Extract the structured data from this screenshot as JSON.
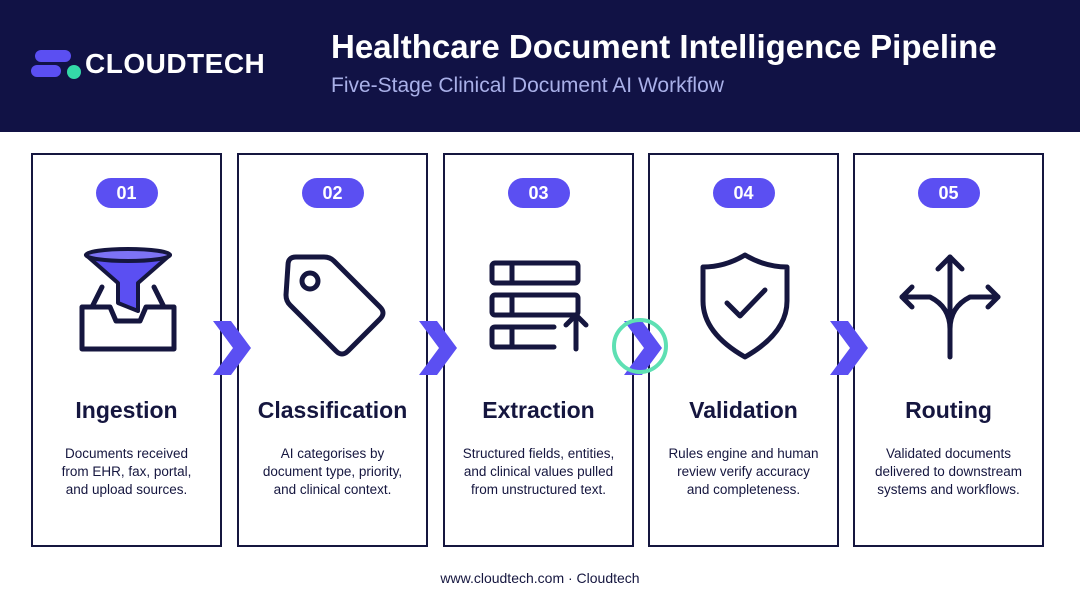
{
  "brand": {
    "name": "CLOUDTECH"
  },
  "header": {
    "title": "Healthcare Document Intelligence Pipeline",
    "subtitle": "Five-Stage Clinical Document AI Workflow"
  },
  "stages": [
    {
      "number": "01",
      "title": "Ingestion",
      "icon": "funnel-inbox-icon",
      "desc": [
        "Documents received",
        "from EHR, fax, portal,",
        "and upload sources."
      ]
    },
    {
      "number": "02",
      "title": "Classification",
      "icon": "tag-icon",
      "desc": [
        "AI categorises by",
        "document type, priority,",
        "and clinical context."
      ]
    },
    {
      "number": "03",
      "title": "Extraction",
      "icon": "stacked-fields-upload-icon",
      "desc": [
        "Structured fields, entities,",
        "and clinical values pulled",
        "from unstructured text."
      ]
    },
    {
      "number": "04",
      "title": "Validation",
      "icon": "shield-check-icon",
      "desc": [
        "Rules engine and human",
        "review verify accuracy",
        "and completeness."
      ]
    },
    {
      "number": "05",
      "title": "Routing",
      "icon": "split-arrows-icon",
      "desc": [
        "Validated documents",
        "delivered to downstream",
        "systems and workflows."
      ]
    }
  ],
  "colors": {
    "header_bg": "#111245",
    "accent": "#5b4ff2",
    "highlight_ring": "#5ee0b3",
    "outline": "#15163f"
  },
  "footer": {
    "text": "www.cloudtech.com · Cloudtech"
  }
}
